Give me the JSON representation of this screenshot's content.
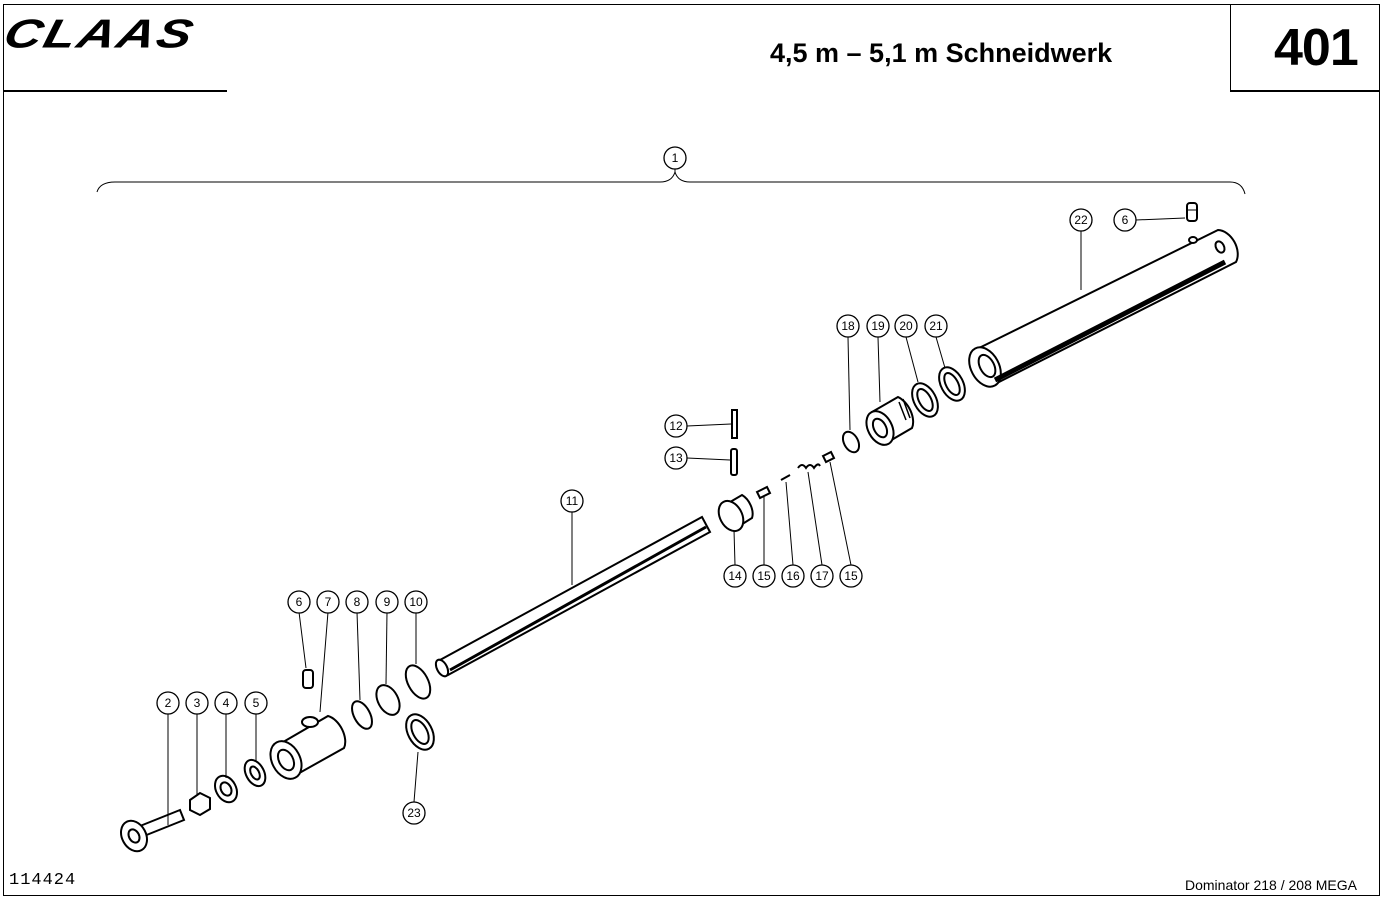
{
  "header": {
    "logo": "CLAAS",
    "title": "4,5 m – 5,1 m Schneidwerk",
    "page_number": "401"
  },
  "footer": {
    "document_number": "114424",
    "model": "Dominator 218 / 208 MEGA"
  },
  "callouts": [
    {
      "id": "c1",
      "label": "1"
    },
    {
      "id": "c2",
      "label": "2"
    },
    {
      "id": "c3",
      "label": "3"
    },
    {
      "id": "c4",
      "label": "4"
    },
    {
      "id": "c5",
      "label": "5"
    },
    {
      "id": "c6a",
      "label": "6"
    },
    {
      "id": "c7",
      "label": "7"
    },
    {
      "id": "c8",
      "label": "8"
    },
    {
      "id": "c9",
      "label": "9"
    },
    {
      "id": "c10",
      "label": "10"
    },
    {
      "id": "c11",
      "label": "11"
    },
    {
      "id": "c12",
      "label": "12"
    },
    {
      "id": "c13",
      "label": "13"
    },
    {
      "id": "c14",
      "label": "14"
    },
    {
      "id": "c15a",
      "label": "15"
    },
    {
      "id": "c16",
      "label": "16"
    },
    {
      "id": "c17",
      "label": "17"
    },
    {
      "id": "c15b",
      "label": "15"
    },
    {
      "id": "c18",
      "label": "18"
    },
    {
      "id": "c19",
      "label": "19"
    },
    {
      "id": "c20",
      "label": "20"
    },
    {
      "id": "c21",
      "label": "21"
    },
    {
      "id": "c22",
      "label": "22"
    },
    {
      "id": "c6b",
      "label": "6"
    },
    {
      "id": "c23",
      "label": "23"
    }
  ]
}
